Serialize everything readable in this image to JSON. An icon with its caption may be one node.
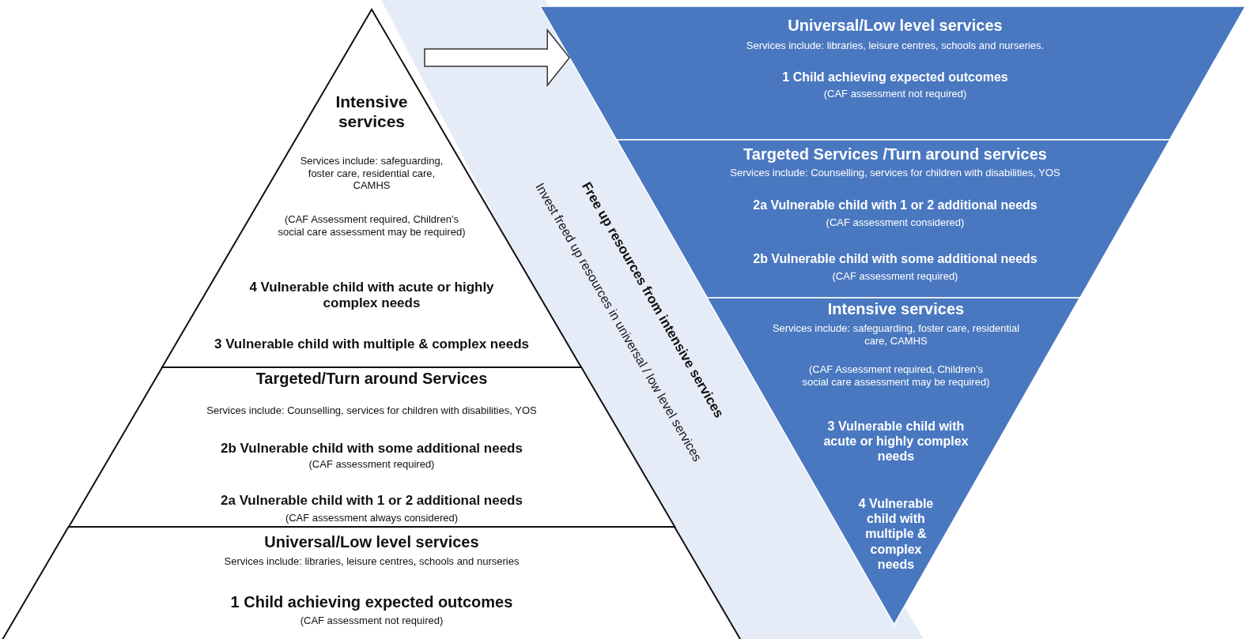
{
  "diagram": {
    "nodes": [
      {
        "text": [
          "Intensive services",
          "Services include: safeguarding, foster care, residential care, CAMHS",
          "(CAF Assessment required, Children’s social care assessment may be required)",
          "4 Vulnerable child with acute or highly complex needs",
          "3 Vulnerable child with multiple & complex needs"
        ]
      },
      {
        "text": [
          "Targeted/Turn around Services",
          "Services include: Counselling, services for children with disabilities, YOS",
          "2b Vulnerable child with some additional needs",
          "(CAF assessment required)",
          "2a Vulnerable child with 1 or 2 additional needs",
          "(CAF assessment always considered)"
        ]
      },
      {
        "text": [
          "Universal/Low level services",
          "Services include: libraries, leisure centres, schools and nurseries",
          "1 Child achieving expected outcomes",
          "(CAF assessment not required)"
        ]
      },
      {
        "text": [
          "Free up resources from intensive services",
          "Invest freed up resources in universal / low level services"
        ]
      },
      {
        "text": [
          "Universal/Low level services",
          "Services include: libraries, leisure centres, schools and nurseries.",
          "1 Child achieving expected outcomes",
          "(CAF assessment not required)"
        ]
      },
      {
        "text": [
          "Targeted Services /Turn around services",
          "Services include:  Counselling, services for children with disabilities, YOS",
          "2a Vulnerable child with 1 or 2 additional needs",
          "(CAF assessment  considered)",
          "2b Vulnerable child with some additional needs",
          "(CAF assessment required)"
        ]
      },
      {
        "text": [
          "Intensive services",
          "Services include: safeguarding, foster care, residential care, CAMHS",
          "(CAF Assessment required, Children’s social care assessment may be required)",
          "3 Vulnerable child with acute or highly complex needs",
          "4 Vulnerable child with multiple & complex needs"
        ]
      }
    ],
    "edges": [
      {
        "from": null,
        "to": 4,
        "arrow": "to"
      }
    ]
  }
}
